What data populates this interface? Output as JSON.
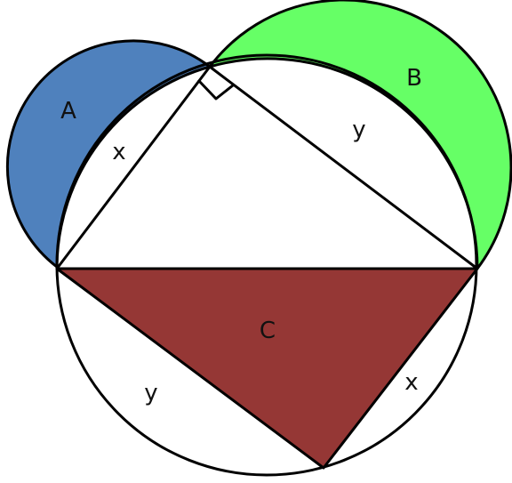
{
  "labels": {
    "region_a": "A",
    "region_b": "B",
    "region_c": "C",
    "side_x_top": "x",
    "side_y_top": "y",
    "side_y_bottom": "y",
    "side_x_bottom": "x"
  },
  "colors": {
    "region_a": "#4f81bd",
    "region_b": "#66ff66",
    "region_c": "#953735",
    "stroke": "#000000",
    "background": "#ffffff"
  }
}
